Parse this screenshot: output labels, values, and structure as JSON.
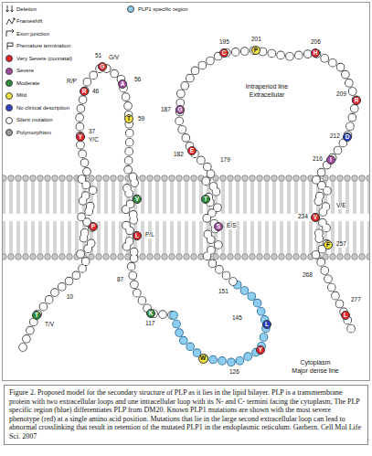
{
  "diagram": {
    "caption": "Figure 2. Proposed model for the secondary structure of PLP as it lies in the lipid bilayer. PLP is a transmembrane protein with two extracellular loops and one intracellular loop with its N- and C- termini facing the cytoplasm, The PLP specific region (blue) differentiates PLP from DM20. Known PLP1 mutations are shown with the most severe phenotype (red) at a single amino acid position. Mutations that lie in the large second extracellular loop can lead to abnormal crosslinking that result in retention of the mutated PLP1 in the endoplasmic reticulum. Garbern, Cell Mol Life Sci. 2007",
    "nodes": [
      {
        "text": [
          "R"
        ]
      },
      {
        "text": [
          "G"
        ]
      },
      {
        "text": [
          "A"
        ]
      },
      {
        "text": [
          "T"
        ]
      },
      {
        "text": [
          "Y"
        ]
      },
      {
        "text": [
          "P"
        ]
      },
      {
        "text": [
          "V"
        ]
      },
      {
        "text": [
          "L"
        ]
      },
      {
        "text": [
          "T"
        ]
      },
      {
        "text": [
          "K"
        ]
      },
      {
        "text": [
          "W"
        ]
      },
      {
        "text": [
          "Y"
        ]
      },
      {
        "text": [
          "L"
        ]
      },
      {
        "text": [
          "S"
        ]
      },
      {
        "text": [
          "T"
        ]
      },
      {
        "text": [
          "E"
        ]
      },
      {
        "text": [
          "G"
        ]
      },
      {
        "text": [
          "C"
        ]
      },
      {
        "text": [
          "P"
        ]
      },
      {
        "text": [
          "H"
        ]
      },
      {
        "text": [
          "R"
        ]
      },
      {
        "text": [
          "D"
        ]
      },
      {
        "text": [
          "I"
        ]
      },
      {
        "text": [
          "V"
        ]
      },
      {
        "text": [
          "F"
        ]
      },
      {
        "text": [
          "L"
        ]
      }
    ],
    "labels": [
      "Intraperiod line",
      "Extracellular",
      "Cytoplasm",
      "Major dense line",
      "10",
      "T/V",
      "37",
      "Y/C",
      "46",
      "R/P",
      "51",
      "G/V",
      "56",
      "59",
      "87",
      "P/L",
      "117",
      "126",
      "145",
      "151",
      "E/S",
      "179",
      "182",
      "187",
      "195",
      "201",
      "206",
      "209",
      "212",
      "216",
      "234",
      "V/E",
      "257",
      "268",
      "277"
    ],
    "legend": [
      {
        "text": "Deletion"
      },
      {
        "text": "Frameshift"
      },
      {
        "text": "Exon junction"
      },
      {
        "text": "Premature termination"
      },
      {
        "text": "Very Severe (connatal)",
        "color": "#e3262b"
      },
      {
        "text": "Severe",
        "color": "#a04b9c"
      },
      {
        "text": "Moderate",
        "color": "#2e8b3e"
      },
      {
        "text": "Mild",
        "color": "#f3e33b"
      },
      {
        "text": "No clinical description",
        "color": "#2b3fc1"
      },
      {
        "text": "Silent mutation",
        "color": "#ffffff"
      },
      {
        "text": "Polymorphism",
        "color": "#9a9a9a"
      },
      {
        "text": "PLP1 specific region",
        "color": "#8fcdf0"
      }
    ]
  }
}
